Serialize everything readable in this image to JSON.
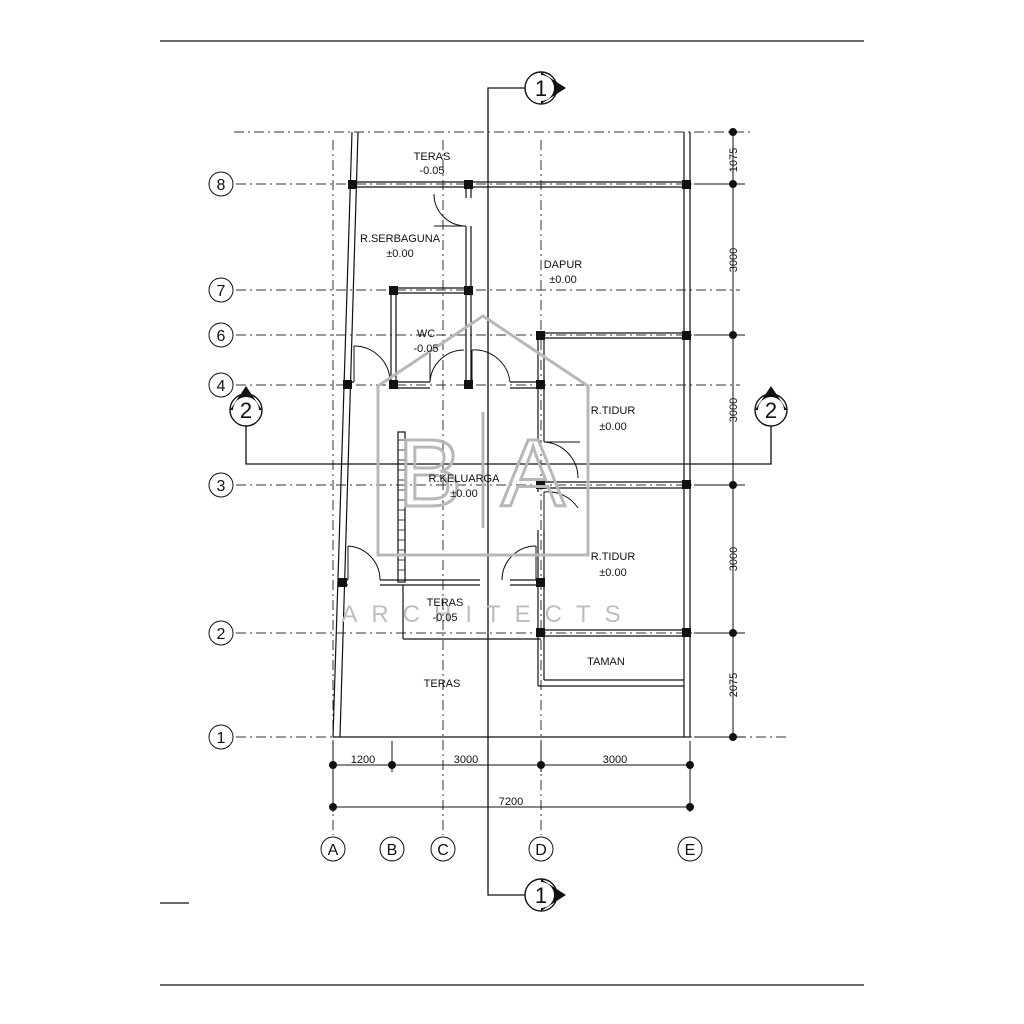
{
  "rooms": {
    "teras_top": {
      "name": "TERAS",
      "level": "-0.05"
    },
    "serbaguna": {
      "name": "R.SERBAGUNA",
      "level": "±0.00"
    },
    "dapur": {
      "name": "DAPUR",
      "level": "±0.00"
    },
    "wc": {
      "name": "WC",
      "level": "-0.05"
    },
    "tidur1": {
      "name": "R.TIDUR",
      "level": "±0.00"
    },
    "keluarga": {
      "name": "R.KELUARGA",
      "level": "±0.00"
    },
    "tidur2": {
      "name": "R.TIDUR",
      "level": "±0.00"
    },
    "teras_mid": {
      "name": "TERAS",
      "level": "-0.05"
    },
    "taman": {
      "name": "TAMAN"
    },
    "teras_bottom": {
      "name": "TERAS"
    }
  },
  "grid_rows": [
    "8",
    "7",
    "6",
    "4",
    "3",
    "2",
    "1"
  ],
  "grid_cols": [
    "A",
    "B",
    "C",
    "D",
    "E"
  ],
  "dims_right": [
    "1075",
    "3000",
    "3000",
    "3000",
    "2075"
  ],
  "dims_bottom": [
    "1200",
    "3000",
    "3000"
  ],
  "dim_total": "7200",
  "sections": {
    "s1": "1",
    "s2": "2"
  },
  "watermark": {
    "letter1": "B",
    "letter2": "A",
    "subtitle": "ARCHITECTS"
  },
  "colors": {
    "line": "#111111",
    "watermark": "#b8b8b8"
  }
}
